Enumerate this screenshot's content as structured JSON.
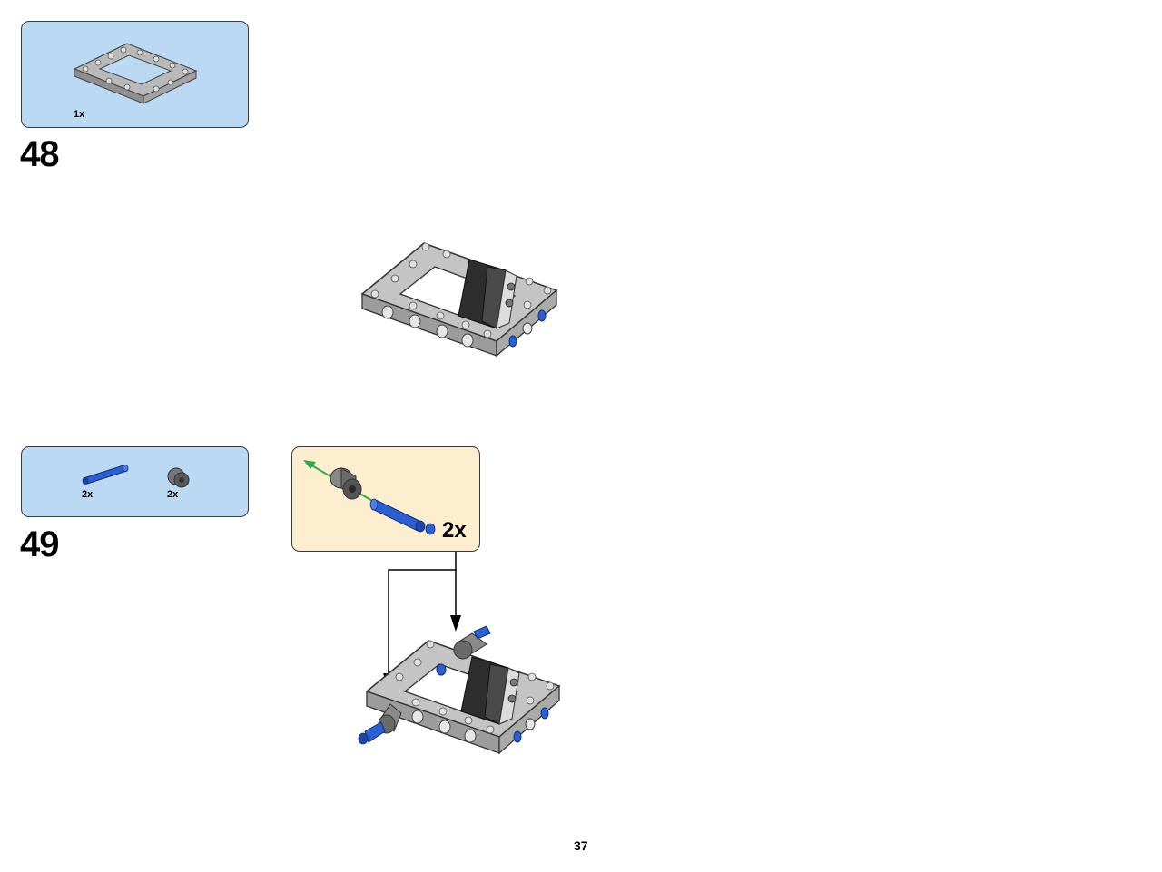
{
  "steps": [
    {
      "number": "48",
      "parts": [
        {
          "name": "5x7 open frame",
          "qty": "1x",
          "icon": "frame-icon"
        }
      ]
    },
    {
      "number": "49",
      "parts": [
        {
          "name": "blue pin",
          "qty": "2x",
          "icon": "blue-pin-icon"
        },
        {
          "name": "gray bush",
          "qty": "2x",
          "icon": "gray-bush-icon"
        }
      ],
      "subassembly": {
        "multiplier": "2x"
      }
    }
  ],
  "page_number": "37",
  "colors": {
    "parts_box": "#bcd9f3",
    "subassembly_box": "#fdeecf",
    "frame_light_gray": "#b9b9b9",
    "frame_dark": "#333333",
    "pin_blue": "#2c5fd0",
    "arrow_green": "#2faa4a"
  }
}
